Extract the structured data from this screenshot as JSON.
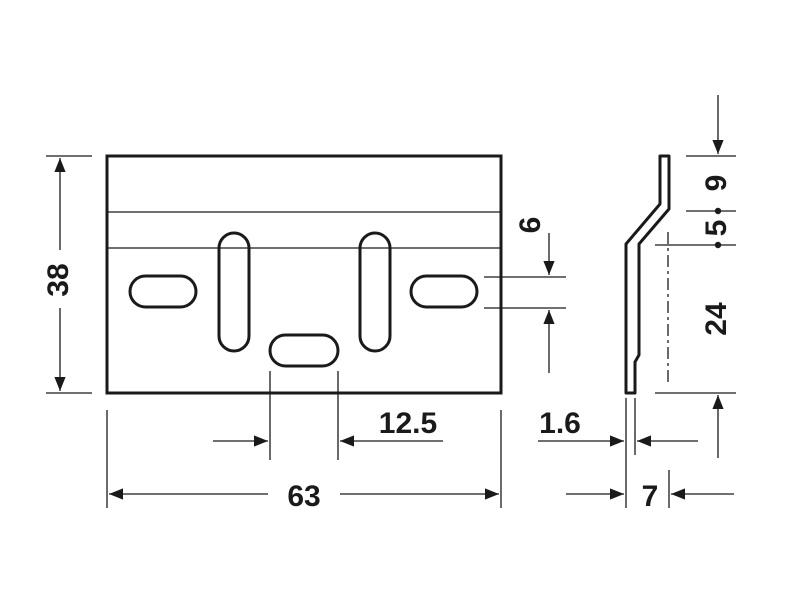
{
  "drawing": {
    "stroke_color": "#1a1a1a",
    "background": "#ffffff",
    "dimensions": {
      "overall_width": "63",
      "overall_height": "38",
      "slot_spacing": "12.5",
      "slot_height": "6",
      "plate_thickness": "1.6",
      "profile_depth": "7",
      "top_segment": "9",
      "middle_segment": "5",
      "lower_segment": "24"
    }
  }
}
